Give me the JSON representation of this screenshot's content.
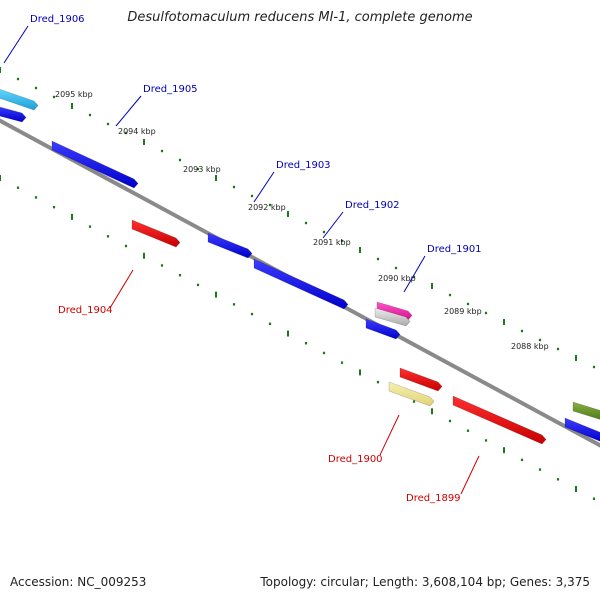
{
  "title": "Desulfotomaculum reducens MI-1, complete genome",
  "footer": {
    "accession": "Accession: NC_009253",
    "summary": "Topology: circular; Length: 3,608,104 bp; Genes: 3,375"
  },
  "colors": {
    "backbone": "#888888",
    "ticks": "#1a7a1a",
    "forward_label": "#0000bb",
    "reverse_label": "#cc0000",
    "blue_gene": "#0000ee",
    "red_gene": "#ee0000"
  },
  "scale_ticks": [
    "2095 kbp",
    "2094 kbp",
    "2093 kbp",
    "2092 kbp",
    "2091 kbp",
    "2090 kbp",
    "2089 kbp",
    "2088 kbp"
  ],
  "gene_labels": [
    {
      "name": "Dred_1906",
      "strand": "forward"
    },
    {
      "name": "Dred_1905",
      "strand": "forward"
    },
    {
      "name": "Dred_1903",
      "strand": "forward"
    },
    {
      "name": "Dred_1902",
      "strand": "forward"
    },
    {
      "name": "Dred_1901",
      "strand": "forward"
    },
    {
      "name": "Dred_1904",
      "strand": "reverse"
    },
    {
      "name": "Dred_1900",
      "strand": "reverse"
    },
    {
      "name": "Dred_1899",
      "strand": "reverse"
    }
  ]
}
